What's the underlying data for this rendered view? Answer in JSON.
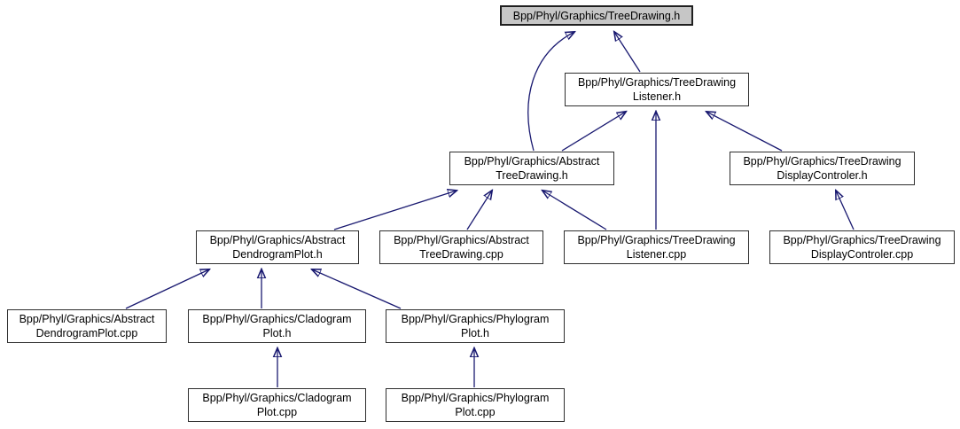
{
  "diagram": {
    "type": "include-dependency-graph",
    "colors": {
      "edge": "#191970",
      "node_fill": "#ffffff",
      "node_border": "#2e2e2e",
      "highlight_fill": "#c6c6c6",
      "background": "#ffffff"
    },
    "nodes": [
      {
        "id": "treedrawing-h",
        "label": "Bpp/Phyl/Graphics/TreeDrawing.h",
        "highlighted": true
      },
      {
        "id": "treedrawinglistener-h",
        "label": "Bpp/Phyl/Graphics/TreeDrawing\nListener.h",
        "highlighted": false
      },
      {
        "id": "abstracttreedrawing-h",
        "label": "Bpp/Phyl/Graphics/Abstract\nTreeDrawing.h",
        "highlighted": false
      },
      {
        "id": "displaycontroler-h",
        "label": "Bpp/Phyl/Graphics/TreeDrawing\nDisplayControler.h",
        "highlighted": false
      },
      {
        "id": "abstractdendrogramplot-h",
        "label": "Bpp/Phyl/Graphics/Abstract\nDendrogramPlot.h",
        "highlighted": false
      },
      {
        "id": "abstracttreedrawing-cpp",
        "label": "Bpp/Phyl/Graphics/Abstract\nTreeDrawing.cpp",
        "highlighted": false
      },
      {
        "id": "treedrawinglistener-cpp",
        "label": "Bpp/Phyl/Graphics/TreeDrawing\nListener.cpp",
        "highlighted": false
      },
      {
        "id": "displaycontroler-cpp",
        "label": "Bpp/Phyl/Graphics/TreeDrawing\nDisplayControler.cpp",
        "highlighted": false
      },
      {
        "id": "abstractdendrogramplot-cpp",
        "label": "Bpp/Phyl/Graphics/Abstract\nDendrogramPlot.cpp",
        "highlighted": false
      },
      {
        "id": "cladogramplot-h",
        "label": "Bpp/Phyl/Graphics/Cladogram\nPlot.h",
        "highlighted": false
      },
      {
        "id": "phylogramplot-h",
        "label": "Bpp/Phyl/Graphics/Phylogram\nPlot.h",
        "highlighted": false
      },
      {
        "id": "cladogramplot-cpp",
        "label": "Bpp/Phyl/Graphics/Cladogram\nPlot.cpp",
        "highlighted": false
      },
      {
        "id": "phylogramplot-cpp",
        "label": "Bpp/Phyl/Graphics/Phylogram\nPlot.cpp",
        "highlighted": false
      }
    ],
    "edges": [
      {
        "from": "treedrawinglistener-h",
        "to": "treedrawing-h"
      },
      {
        "from": "abstracttreedrawing-h",
        "to": "treedrawing-h"
      },
      {
        "from": "abstracttreedrawing-h",
        "to": "treedrawinglistener-h"
      },
      {
        "from": "displaycontroler-h",
        "to": "treedrawinglistener-h"
      },
      {
        "from": "treedrawinglistener-cpp",
        "to": "treedrawinglistener-h"
      },
      {
        "from": "abstractdendrogramplot-h",
        "to": "abstracttreedrawing-h"
      },
      {
        "from": "abstracttreedrawing-cpp",
        "to": "abstracttreedrawing-h"
      },
      {
        "from": "treedrawinglistener-cpp",
        "to": "abstracttreedrawing-h"
      },
      {
        "from": "displaycontroler-cpp",
        "to": "displaycontroler-h"
      },
      {
        "from": "abstractdendrogramplot-cpp",
        "to": "abstractdendrogramplot-h"
      },
      {
        "from": "cladogramplot-h",
        "to": "abstractdendrogramplot-h"
      },
      {
        "from": "phylogramplot-h",
        "to": "abstractdendrogramplot-h"
      },
      {
        "from": "cladogramplot-cpp",
        "to": "cladogramplot-h"
      },
      {
        "from": "phylogramplot-cpp",
        "to": "phylogramplot-h"
      }
    ]
  }
}
